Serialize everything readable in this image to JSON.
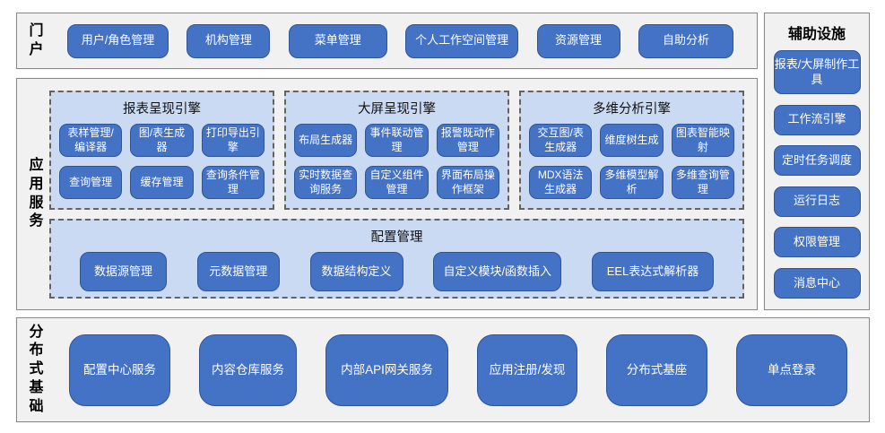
{
  "colors": {
    "accent_blue": "#4472c4",
    "button_border": "#2e5597",
    "panel_fill": "#cbdaf3",
    "section_fill": "#f1f1f1",
    "section_border": "#898989",
    "button_text": "#ffffff"
  },
  "portal": {
    "label": "门户",
    "buttons": [
      "用户/角色管理",
      "机构管理",
      "菜单管理",
      "个人工作空间管理",
      "资源管理",
      "自助分析"
    ]
  },
  "app_services": {
    "label": "应用服务",
    "engines": [
      {
        "title": "报表呈现引擎",
        "buttons": [
          "表样管理/编译器",
          "图/表生成器",
          "打印导出引擎",
          "查询管理",
          "缓存管理",
          "查询条件管理"
        ]
      },
      {
        "title": "大屏呈现引擎",
        "buttons": [
          "布局生成器",
          "事件联动管理",
          "报警既动作管理",
          "实时数据查询服务",
          "自定义组件管理",
          "界面布局操作框架"
        ]
      },
      {
        "title": "多维分析引擎",
        "buttons": [
          "交互图/表生成器",
          "维度树生成",
          "图表智能映射",
          "MDX语法生成器",
          "多维模型解析",
          "多维查询管理"
        ]
      }
    ],
    "config": {
      "title": "配置管理",
      "buttons": [
        "数据源管理",
        "元数据管理",
        "数据结构定义",
        "自定义模块/函数插入",
        "EEL表达式解析器"
      ]
    }
  },
  "auxiliary": {
    "title": "辅助设施",
    "buttons": [
      "报表/大屏制作工具",
      "工作流引擎",
      "定时任务调度",
      "运行日志",
      "权限管理",
      "消息中心"
    ]
  },
  "distributed": {
    "label": "分布式基础",
    "buttons": [
      "配置中心服务",
      "内容仓库服务",
      "内部API网关服务",
      "应用注册/发现",
      "分布式基座",
      "单点登录"
    ]
  }
}
